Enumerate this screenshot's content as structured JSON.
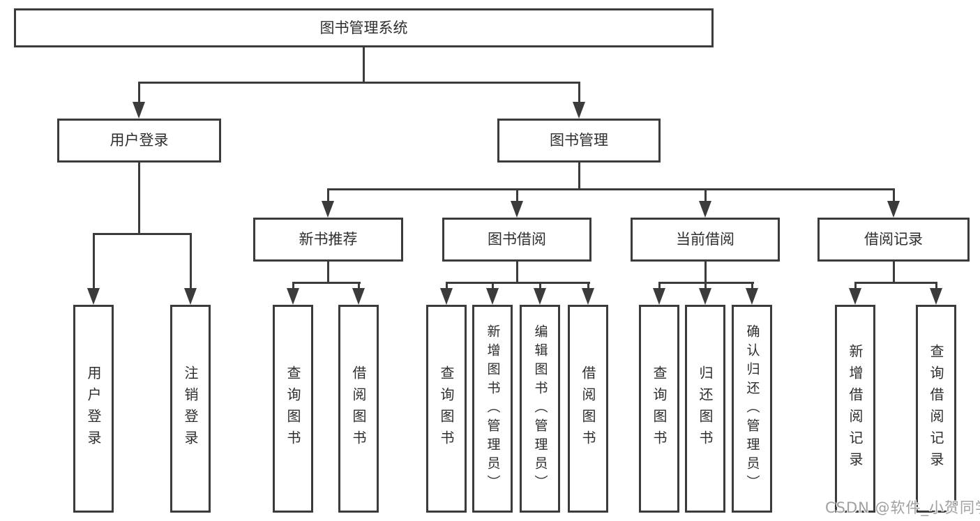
{
  "tree": {
    "root": "图书管理系统",
    "level2": [
      {
        "label": "用户登录"
      },
      {
        "label": "图书管理"
      }
    ],
    "level3": [
      {
        "label": "新书推荐"
      },
      {
        "label": "图书借阅"
      },
      {
        "label": "当前借阅"
      },
      {
        "label": "借阅记录"
      }
    ],
    "leaves": {
      "user_login": [
        {
          "label": "用户登录"
        },
        {
          "label": "注销登录"
        }
      ],
      "new_book_recommend": [
        {
          "label": "查询图书"
        },
        {
          "label": "借阅图书"
        }
      ],
      "book_borrow": [
        {
          "label": "查询图书"
        },
        {
          "label": "新增图书（管理员）"
        },
        {
          "label": "编辑图书（管理员）"
        },
        {
          "label": "借阅图书"
        }
      ],
      "current_borrow": [
        {
          "label": "查询图书"
        },
        {
          "label": "归还图书"
        },
        {
          "label": "确认归还（管理员）"
        }
      ],
      "borrow_records": [
        {
          "label": "新增借阅记录"
        },
        {
          "label": "查询借阅记录"
        }
      ]
    }
  },
  "watermark": {
    "text": "CSDN @软件_小贺同学"
  },
  "colors": {
    "line": "#3b3b3b",
    "text": "#2e2e2e",
    "background": "#ffffff",
    "watermark": "#a0a0a0"
  }
}
